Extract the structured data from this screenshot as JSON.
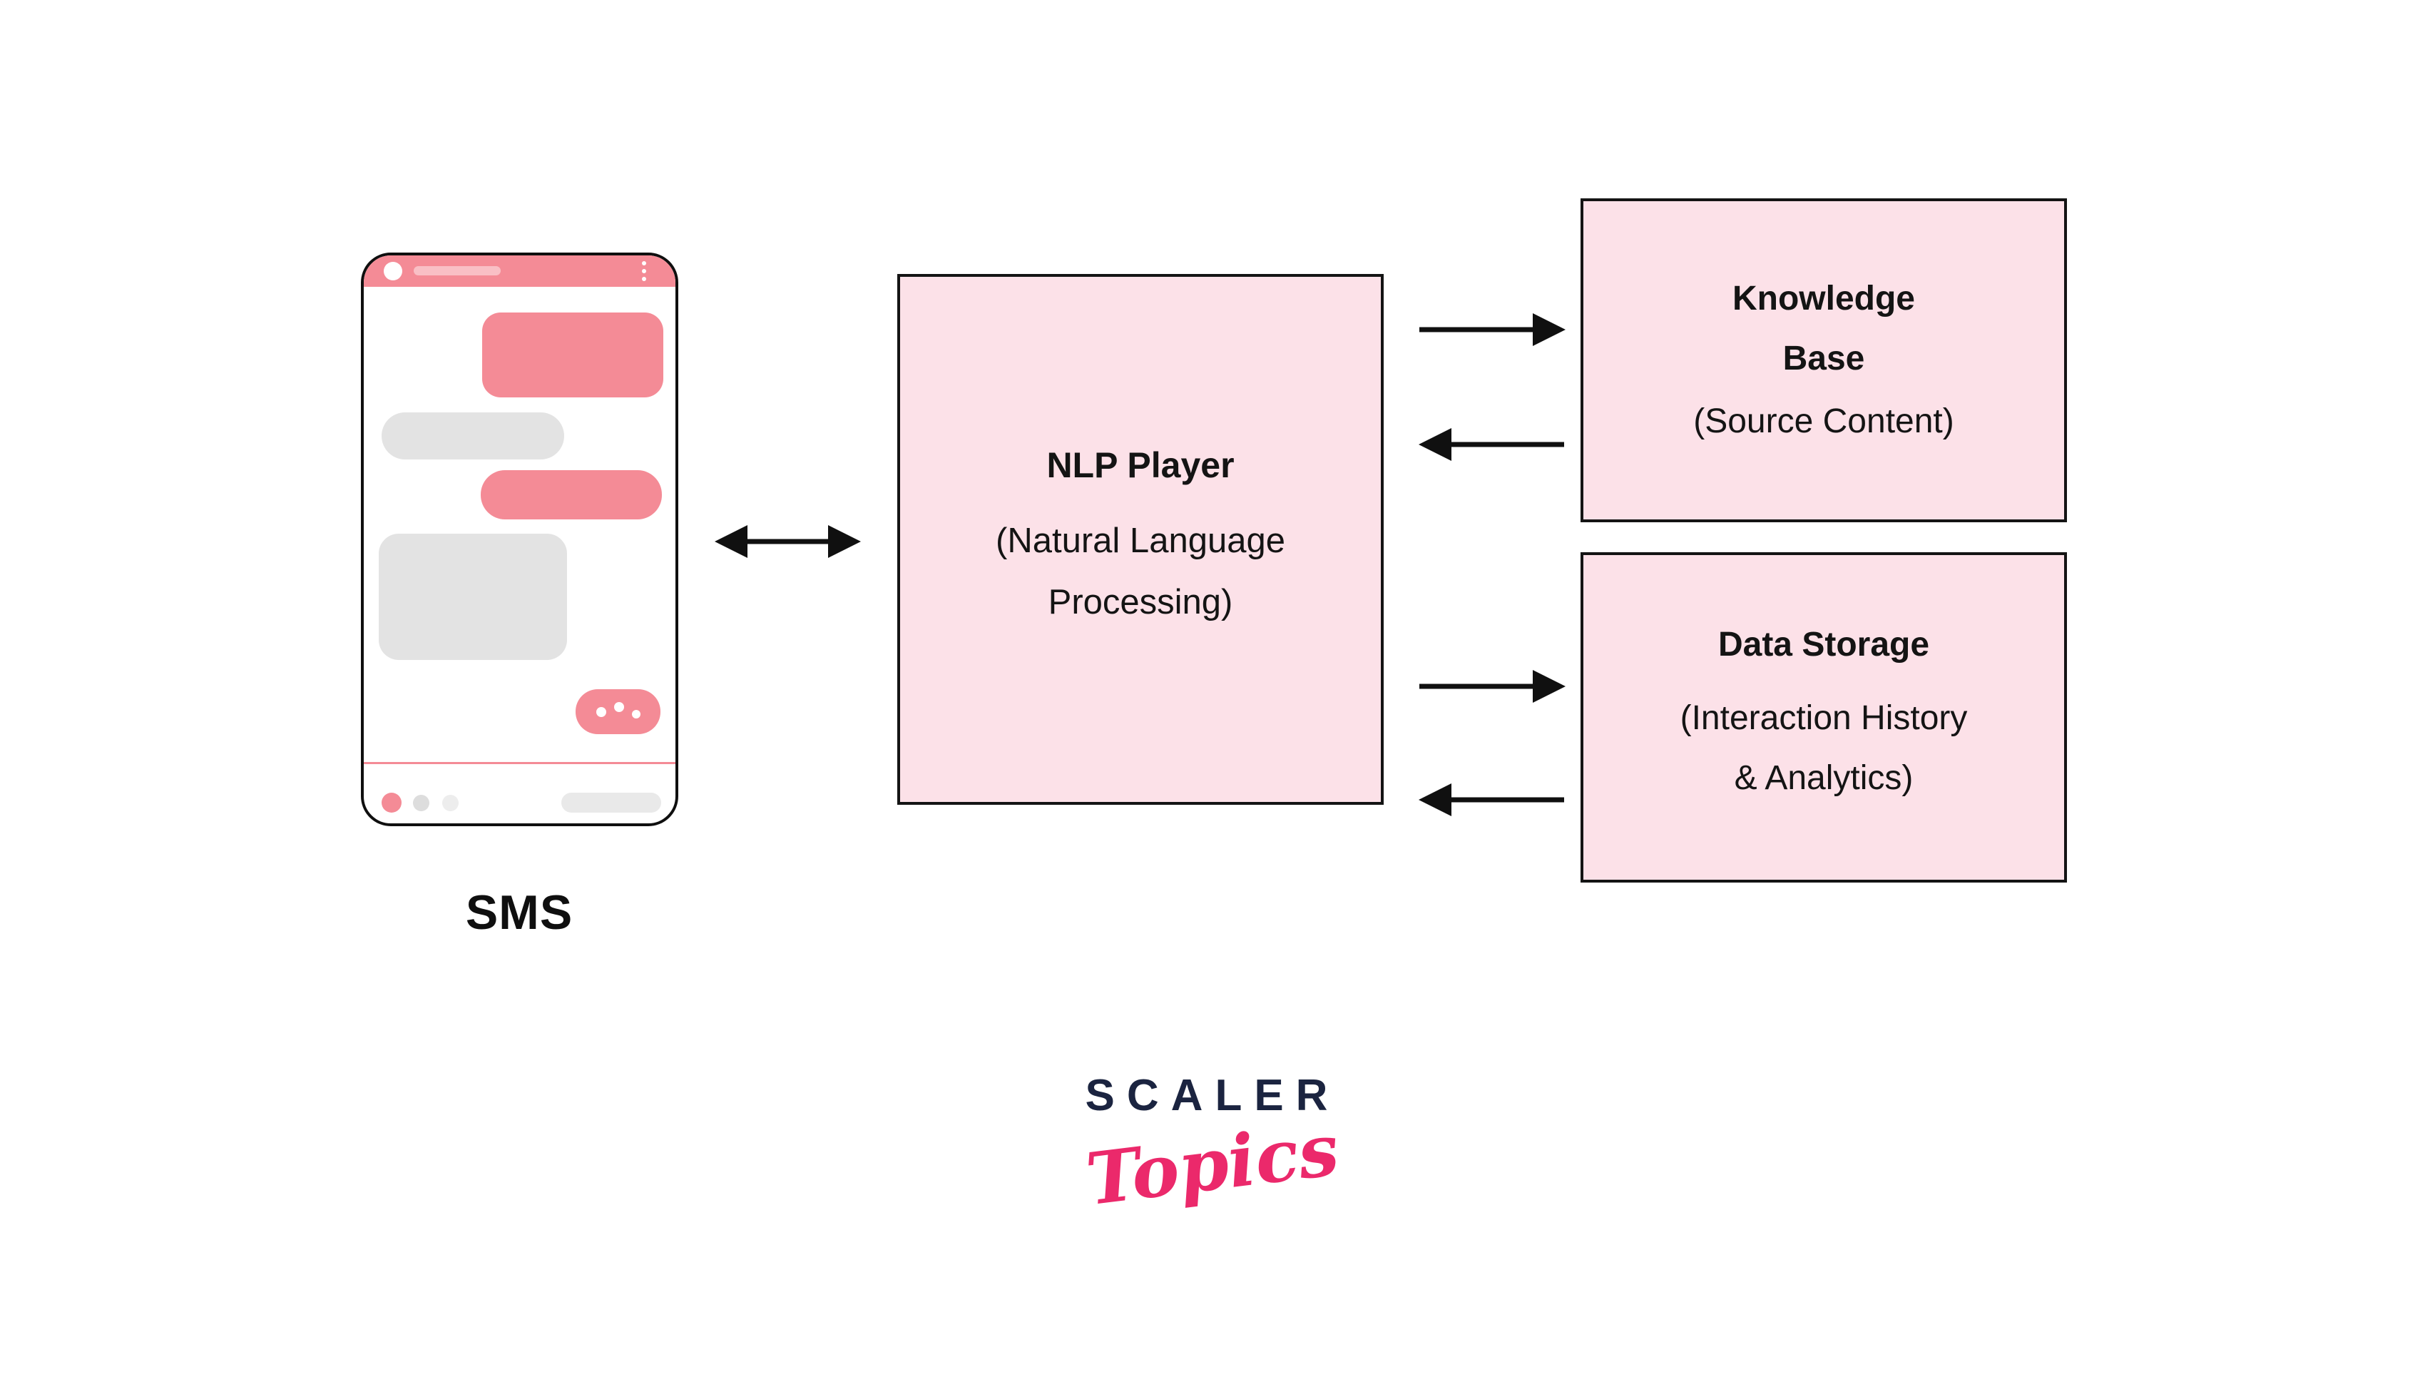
{
  "diagram": {
    "phone": {
      "label": "SMS"
    },
    "nlp_box": {
      "title": "NLP Player",
      "subtitle_lines": [
        "(Natural Language",
        "Processing)"
      ]
    },
    "knowledge_base_box": {
      "title_lines": [
        "Knowledge",
        "Base"
      ],
      "subtitle": "(Source Content)"
    },
    "data_storage_box": {
      "title": "Data Storage",
      "subtitle_lines": [
        "(Interaction History",
        "& Analytics)"
      ]
    }
  },
  "logo": {
    "brand": "SCALER",
    "product": "Topics"
  },
  "colors": {
    "accent_pink": "#F48B96",
    "box_fill": "#FCE1E8",
    "box_border": "#141414",
    "bubble_gray": "#E3E3E3",
    "arrow_black": "#101010",
    "logo_navy": "#1B2440",
    "logo_pink": "#EB296B"
  }
}
